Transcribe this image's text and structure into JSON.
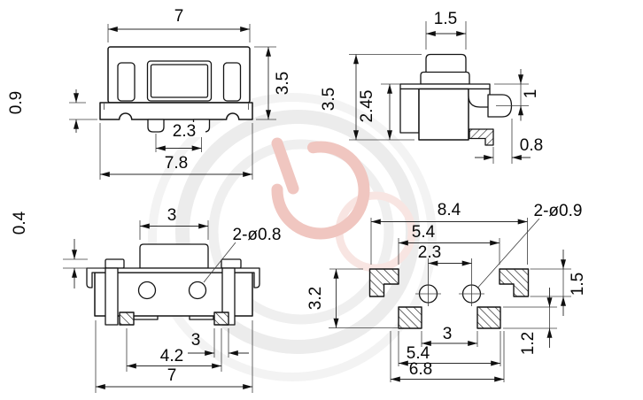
{
  "drawing": {
    "kind": "tact-switch-dimension-drawing",
    "units_implied": "mm"
  },
  "colors": {
    "line": "#141414",
    "dimension_line": "#2a2a2a",
    "watermark_pink": "#f0c6c0",
    "watermark_gray": "#ececec"
  },
  "front_view": {
    "width_top": "7",
    "height": "3.5",
    "flange_height": "0.9",
    "pin_pitch": "2.3",
    "width_total": "7.8"
  },
  "side_view": {
    "button_width": "1.5",
    "height": "3.5",
    "body_height": "2.45",
    "pin_offset": "1",
    "lead_width": "0.8"
  },
  "top_view": {
    "button_width": "3",
    "tab_height": "0.4",
    "hole_callout": "2-ø0.8",
    "slot_span": "3",
    "pad_pitch": "4.2",
    "body_width": "7"
  },
  "footprint_view": {
    "span_outer": "8.4",
    "span_inner_top": "5.4",
    "hole_pitch": "2.3",
    "hole_callout": "2-ø0.9",
    "height_overall": "3.2",
    "pad_height_top": "1.5",
    "gap_bottom": "3",
    "span_bottom": "5.4",
    "width_bottom": "6.8",
    "pad_height_bottom": "1.2"
  }
}
